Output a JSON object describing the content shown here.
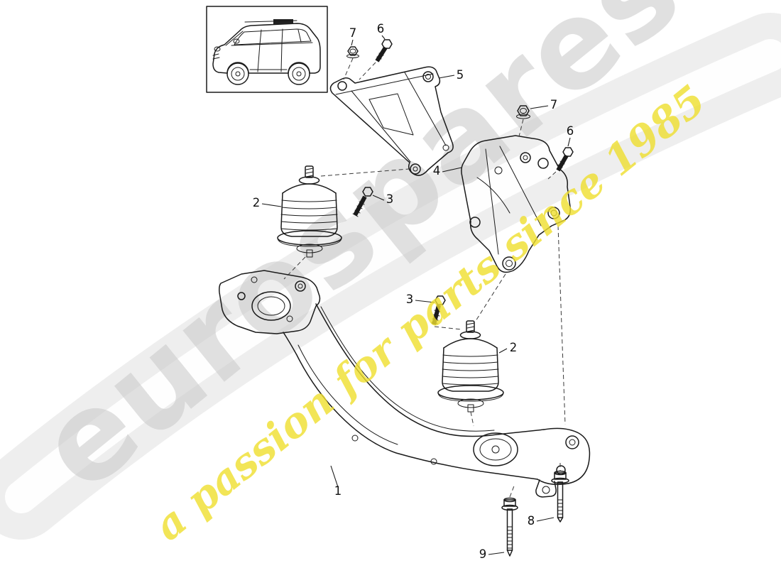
{
  "page": {
    "background": "#ffffff"
  },
  "watermark": {
    "brand": "eurospares",
    "tagline": "a passion for parts since 1985",
    "brand_color": "#c8c8c8",
    "tagline_color": "#efdf2e",
    "swoosh_color": "#d9d9d9"
  },
  "callouts": [
    {
      "label": "7"
    },
    {
      "label": "6"
    },
    {
      "label": "5"
    },
    {
      "label": "7"
    },
    {
      "label": "6"
    },
    {
      "label": "2"
    },
    {
      "label": "3"
    },
    {
      "label": "4"
    },
    {
      "label": "3"
    },
    {
      "label": "2"
    },
    {
      "label": "1"
    },
    {
      "label": "8"
    },
    {
      "label": "9"
    }
  ]
}
